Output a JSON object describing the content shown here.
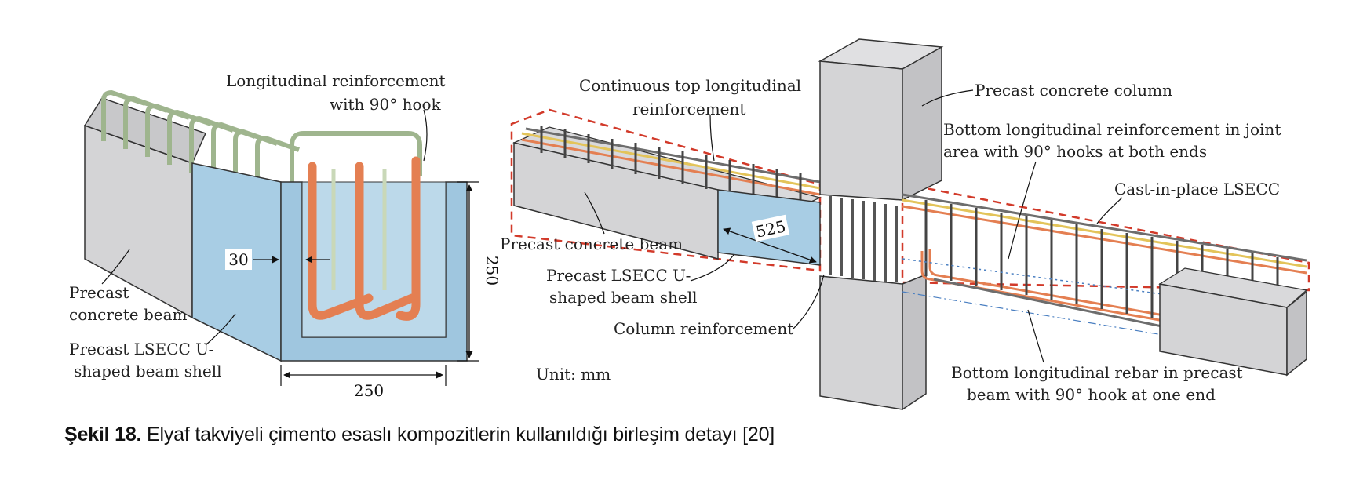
{
  "left_figure": {
    "label_long_reinf_1": "Longitudinal reinforcement",
    "label_long_reinf_2": "with 90° hook",
    "label_precast_beam_1": "Precast",
    "label_precast_beam_2": "concrete beam",
    "label_shell_1": "Precast LSECC U-",
    "label_shell_2": "shaped beam shell",
    "dim_30": "30",
    "dim_height": "250",
    "dim_width": "250"
  },
  "right_figure": {
    "label_top_reinf_1": "Continuous top longitudinal",
    "label_top_reinf_2": "reinforcement",
    "label_column": "Precast concrete column",
    "label_bottom_joint_1": "Bottom longitudinal reinforcement in joint",
    "label_bottom_joint_2": "area with 90° hooks at both ends",
    "label_cast_in_place": "Cast-in-place LSECC",
    "label_precast_beam": "Precast concrete beam",
    "dim_525": "525",
    "label_shell_1": "Precast LSECC U-",
    "label_shell_2": "shaped beam shell",
    "label_column_reinf": "Column reinforcement",
    "label_unit": "Unit: mm",
    "label_bottom_rebar_1": "Bottom longitudinal rebar in precast",
    "label_bottom_rebar_2": "beam with 90° hook at one end"
  },
  "caption": {
    "prefix": "Şekil  18.",
    "text": " Elyaf takviyeli çimento esaslı kompozitlerin kullanıldığı birleşim detayı [20]"
  },
  "colors": {
    "concrete": "#d4d4d6",
    "concrete_dark": "#b9b9bc",
    "shell_blue": "#a8cde4",
    "rebar_orange": "#e47f52",
    "rebar_green": "#c9d8b8",
    "dashed_red": "#d23a2a"
  }
}
